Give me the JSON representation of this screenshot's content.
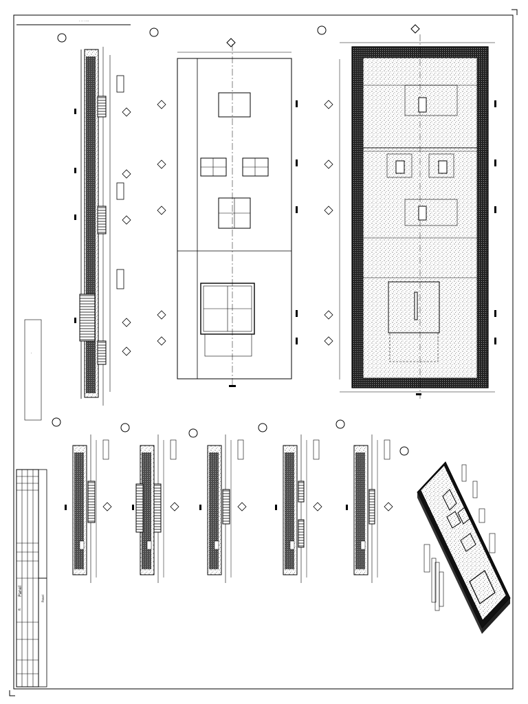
{
  "sheet": {
    "header_note": "· · ·  ·  ···",
    "title_block_name": "Panel",
    "title_block_sub": "ft",
    "title_block_rot": "Panel",
    "stamp_text": "·"
  },
  "views": {
    "section_long": "section-long",
    "elevation": "elevation",
    "plan": "reinforcement-plan",
    "detail_sections": [
      "detail-1",
      "detail-2",
      "detail-3",
      "detail-4",
      "detail-5"
    ],
    "isometric": "isometric"
  },
  "colors": {
    "line": "#000000",
    "paper": "#ffffff",
    "hatch": "#333333",
    "concrete": "#bdbdbd"
  }
}
